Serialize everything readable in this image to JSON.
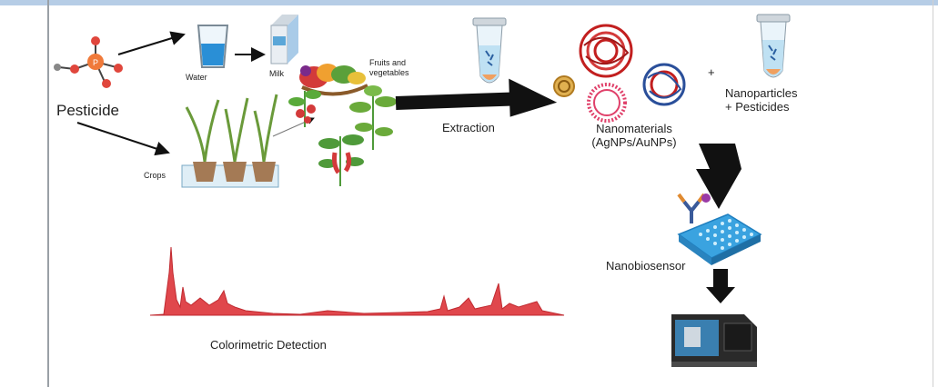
{
  "labels": {
    "pesticide": "Pesticide",
    "water": "Water",
    "milk": "Milk",
    "fruits_line1": "Fruits and",
    "fruits_line2": "vegetables",
    "crops": "Crops",
    "extraction": "Extraction",
    "nanomaterials_line1": "Nanomaterials",
    "nanomaterials_line2": "(AgNPs/AuNPs)",
    "plus": "+",
    "nanoparticles_line1": "Nanoparticles",
    "nanoparticles_line2": "+ Pesticides",
    "nanobiosensor": "Nanobiosensor",
    "colorimetric": "Colorimetric Detection"
  },
  "icons": [
    "pesticide-molecule-icon",
    "water-glass-icon",
    "milk-carton-icon",
    "fruits-vegetables-icon",
    "crops-plants-icon",
    "tomato-plant-icon",
    "pepper-plant-icon",
    "extraction-tube-icon",
    "nanoparticle-tube-icon",
    "nanomaterial-cluster-icon",
    "antibody-icon",
    "microplate-icon",
    "detection-instrument-icon"
  ],
  "colors": {
    "arrow": "#111111",
    "spectrum": "#e0474c",
    "plate": "#3aa3e0",
    "molecule_p": "#f07a3a",
    "molecule_o": "#e0463c",
    "nano_red": "#d22d2d",
    "nano_blue": "#2a4f9a",
    "nano_gold": "#d9a032",
    "plant_green": "#4f9a3a",
    "header_bar": "#b6cde6"
  }
}
